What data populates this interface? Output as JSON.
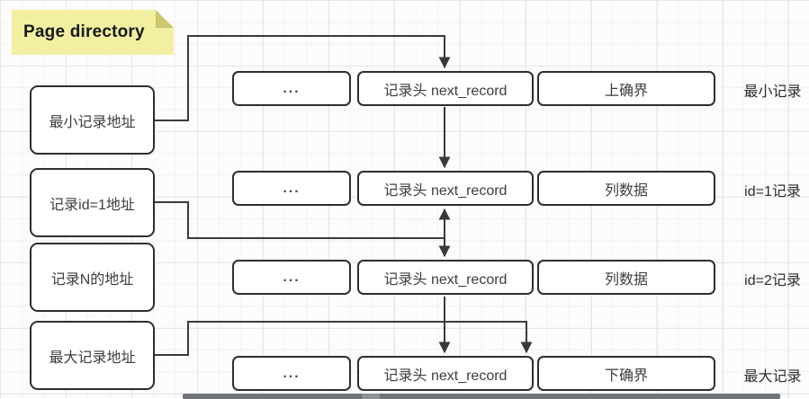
{
  "note": {
    "label": "Page directory"
  },
  "address_boxes": [
    {
      "label": "最小记录地址"
    },
    {
      "label": "记录id=1地址"
    },
    {
      "label": "记录N的地址"
    },
    {
      "label": "最大记录地址"
    }
  ],
  "record_rows": [
    {
      "cells": [
        "...",
        "记录头 next_record",
        "上确界"
      ],
      "label": "最小记录"
    },
    {
      "cells": [
        "...",
        "记录头 next_record",
        "列数据"
      ],
      "label": "id=1记录"
    },
    {
      "cells": [
        "...",
        "记录头 next_record",
        "列数据"
      ],
      "label": "id=2记录"
    },
    {
      "cells": [
        "...",
        "记录头 next_record",
        "下确界"
      ],
      "label": "最大记录"
    }
  ],
  "colors": {
    "note_bg": "#f2efa0",
    "note_fold": "#cdc76e",
    "box_border": "#2e2e2e",
    "arrow": "#3a3a3a",
    "grid_major": "#e9e4e7",
    "grid_minor": "#f4f0f2",
    "bottom_bar": "#6f7478"
  }
}
